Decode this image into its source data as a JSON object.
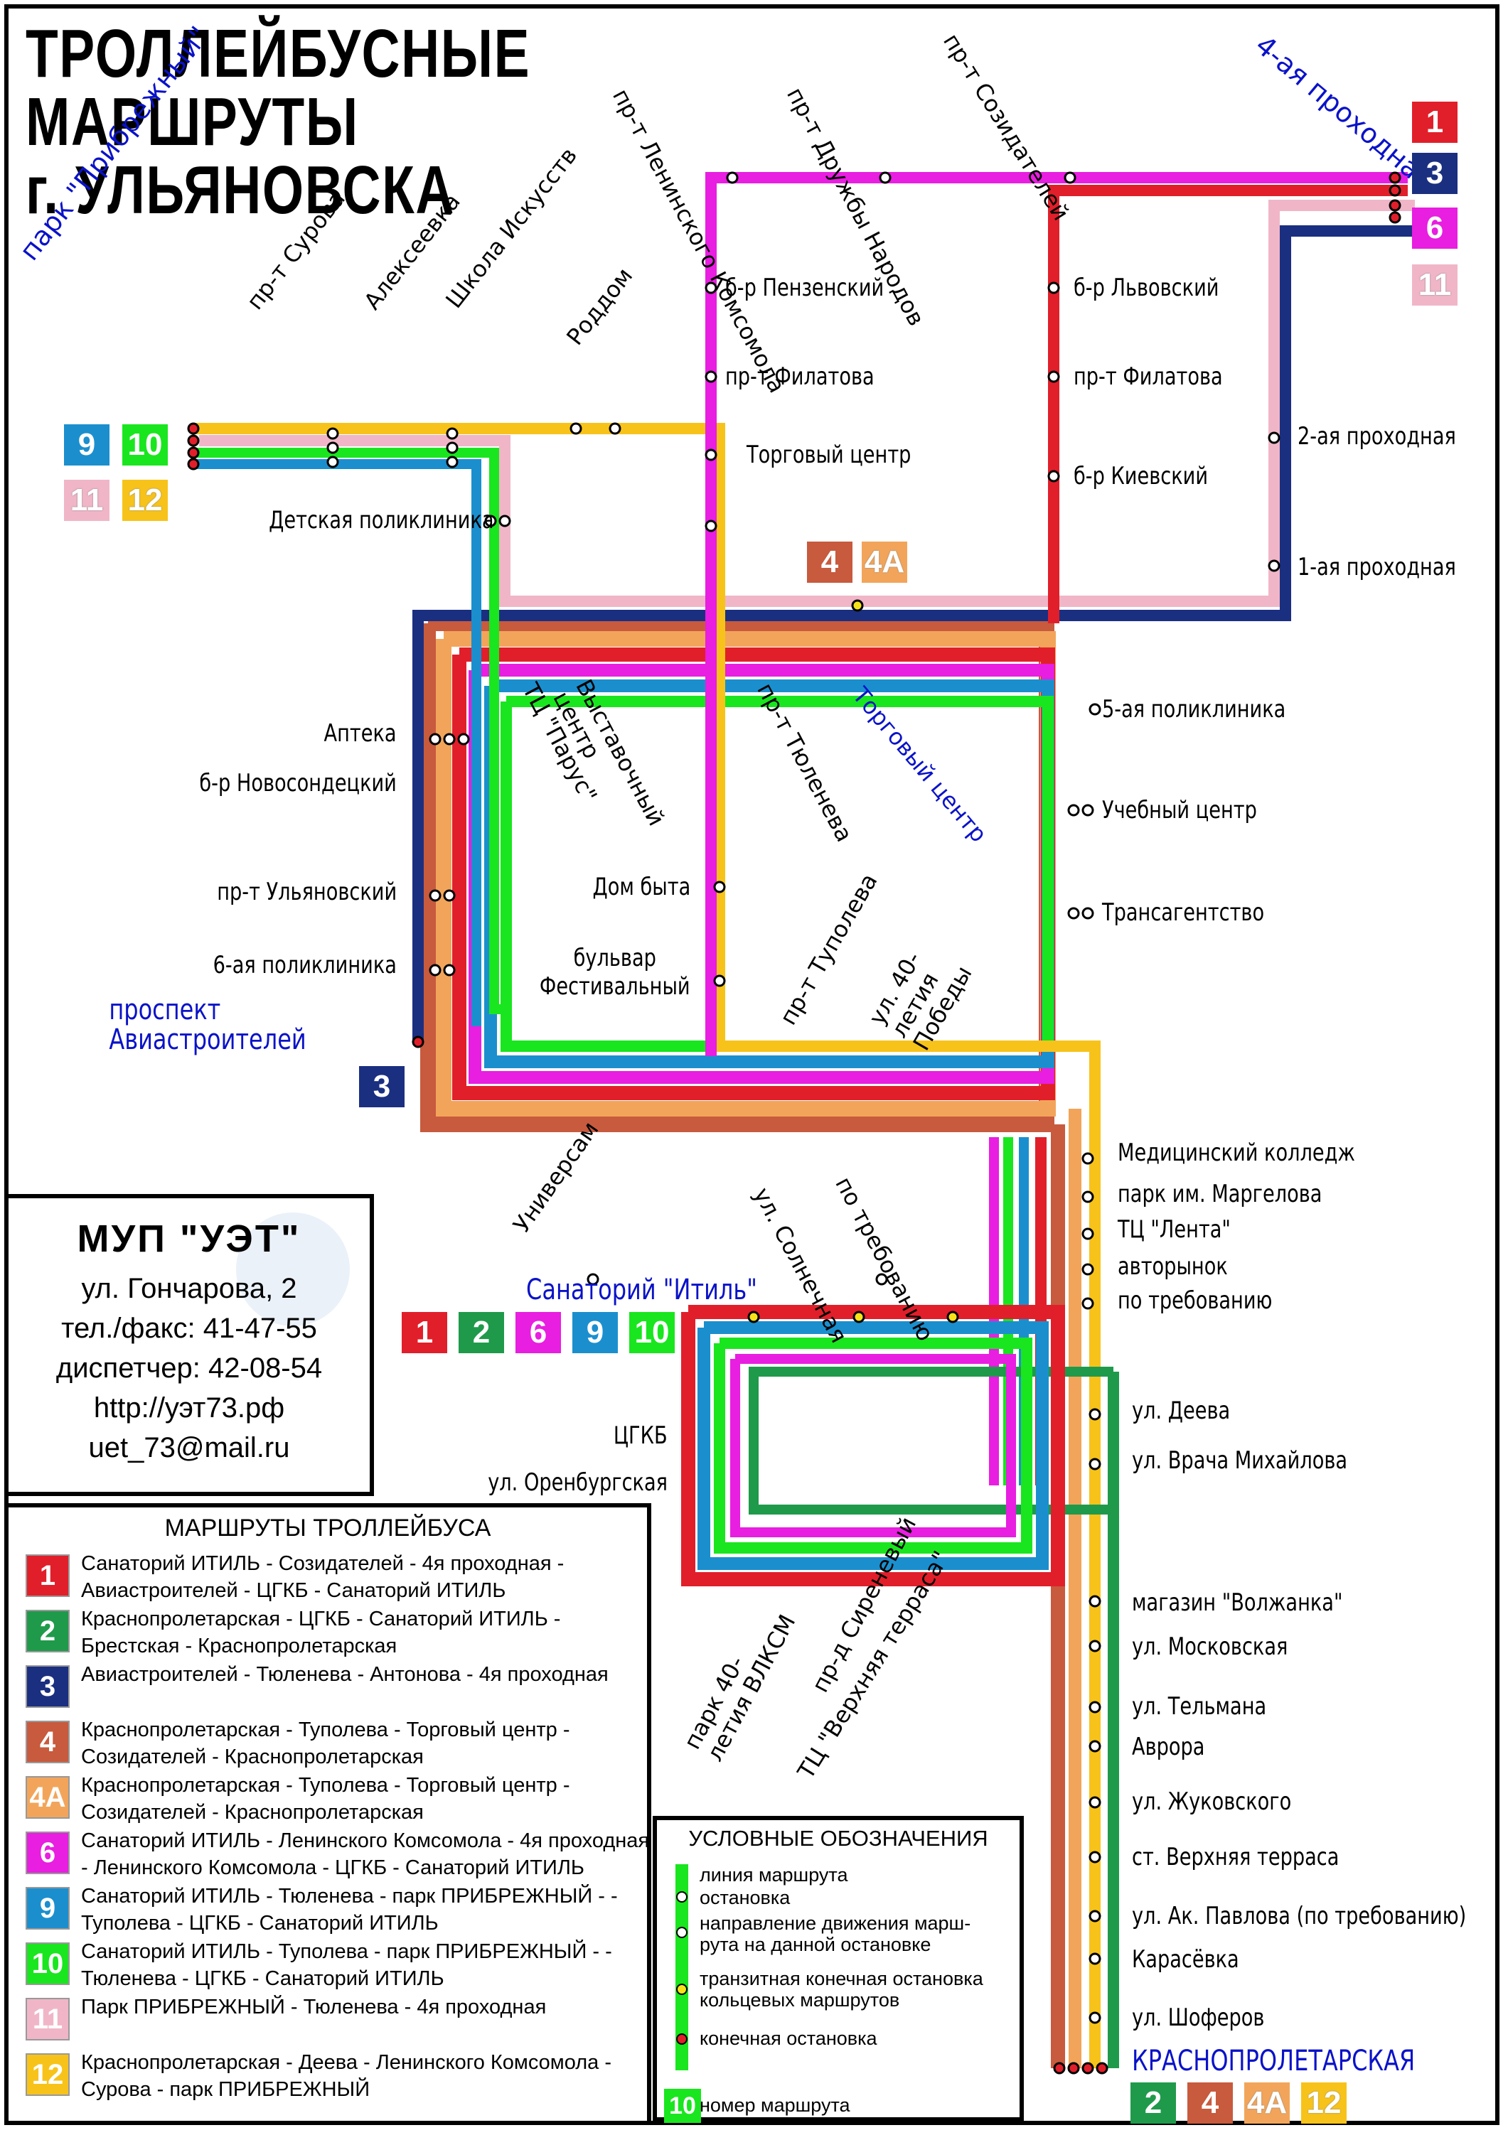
{
  "title": [
    "ТРОЛЛЕЙБУСНЫЕ",
    "МАРШРУТЫ",
    "г. УЛЬЯНОВСКА"
  ],
  "colors": {
    "r1": "#e11f2a",
    "r2": "#1f9a4b",
    "r3": "#1b2f80",
    "r4": "#c85a3e",
    "r4a": "#f2a55a",
    "r6": "#e81ee0",
    "r9": "#1b8fce",
    "r10": "#19e61e",
    "r11": "#f0b6c8",
    "r12": "#f7c31a"
  },
  "terminals": {
    "pribrezhny": "парк \"Прибрежный\"",
    "proxodnaya4": "4-ая проходная",
    "aviastroiteley": [
      "проспект",
      "Авиастроителей"
    ],
    "itil": "Санаторий \"Итиль\"",
    "krasnoproletarskaya": "КРАСНОПРОЛЕТАРСКАЯ",
    "torg_center": "Торговый центр"
  },
  "terminal_badges": {
    "pribrezhny_row1": [
      "9",
      "10"
    ],
    "pribrezhny_row2": [
      "11",
      "12"
    ],
    "proxodnaya4": [
      "1",
      "3",
      "6",
      "11"
    ],
    "aviastroiteley": [
      "3"
    ],
    "itil": [
      "1",
      "2",
      "6",
      "9",
      "10"
    ],
    "torg_center": [
      "4",
      "4А"
    ],
    "krasnoproletarskaya": [
      "2",
      "4",
      "4А",
      "12"
    ]
  },
  "stops": {
    "top_rot": [
      "пр-т Ленинского Комсомола",
      "пр-т Дружбы Народов",
      "пр-т Созидателей"
    ],
    "left_rot": [
      "пр-т Сурова",
      "Алексеевка",
      "Школа Искусств",
      "Роддом"
    ],
    "penzensky": "б-р Пензенский",
    "filatova1": "пр-т Филатова",
    "torgovy": "Торговый центр",
    "lvovsky": "б-р Львовский",
    "filatova2": "пр-т Филатова",
    "kievsky": "б-р Киевский",
    "proxod2": "2-ая проходная",
    "proxod1": "1-ая проходная",
    "detskaya": "Детская поликлиника",
    "apteka": "Аптека",
    "novosondetsky": "б-р Новосондецкий",
    "ulyanovsky": "пр-т Ульяновский",
    "polik6": "6-ая поликлиника",
    "polik5": "5-ая поликлиника",
    "uchebny": "Учебный центр",
    "transagent": "Трансагентство",
    "parus": "ТЦ \"Парус\"",
    "vystav": "Выставочный центр",
    "tyuleneva": "пр-т Тюленева",
    "dom_byta": "Дом быта",
    "festivalny": [
      "бульвар",
      "Фестивальный"
    ],
    "tupoleva": "пр-т Туполева",
    "pobedy": "ул. 40-летия Победы",
    "universam": "Универсам",
    "solnechnaya": "ул. Солнечная",
    "po_treb1": "по требованию",
    "med": "Медицинский колледж",
    "margelova": "парк им. Маргелова",
    "lenta": "ТЦ \"Лента\"",
    "avtorynok": "авторынок",
    "po_treb2": "по требованию",
    "tsgkb": "ЦГКБ",
    "orenburg": "ул. Оренбургская",
    "deeva": "ул. Деева",
    "mikhailova": "ул. Врача Михайлова",
    "vlksm": "парк 40-летия ВЛКСМ",
    "sirenevy": "пр-д Сиреневый",
    "verkh_terrasa": "ТЦ \"Верхняя терраса\"",
    "volzhanka": "магазин \"Волжанка\"",
    "moskovskaya": "ул. Московская",
    "telmana": "ул. Тельмана",
    "avrora": "Аврора",
    "zhukovskogo": "ул. Жуковского",
    "st_verkh": "ст. Верхняя терраса",
    "pavlova": "ул. Ак. Павлова (по требованию)",
    "karasevka": "Карасёвка",
    "shoferov": "ул. Шоферов"
  },
  "company": {
    "name": "МУП \"УЭТ\"",
    "address": "ул. Гончарова, 2",
    "phone": "тел./факс: 41-47-55",
    "dispatcher": "диспетчер: 42-08-54",
    "site": "http://уэт73.рф",
    "email": "uet_73@mail.ru"
  },
  "routes": {
    "heading": "МАРШРУТЫ ТРОЛЛЕЙБУСА",
    "items": [
      {
        "num": "1",
        "text": "Санаторий ИТИЛЬ - Созидателей - 4я проходная - Авиастроителей - ЦГКБ - Санаторий ИТИЛЬ",
        "color": "#e11f2a"
      },
      {
        "num": "2",
        "text": "Краснопролетарская - ЦГКБ - Санаторий ИТИЛЬ - Брестская - Краснопролетарская",
        "color": "#1f9a4b"
      },
      {
        "num": "3",
        "text": "Авиастроителей - Тюленева - Антонова - 4я проходная",
        "color": "#1b2f80"
      },
      {
        "num": "4",
        "text": "Краснопролетарская - Туполева - Торговый центр - Созидателей - Краснопролетарская",
        "color": "#c85a3e"
      },
      {
        "num": "4А",
        "text": "Краснопролетарская - Туполева - Торговый центр - Созидателей - Краснопролетарская",
        "color": "#f2a55a"
      },
      {
        "num": "6",
        "text": "Санаторий ИТИЛЬ - Ленинского Комсомола - 4я проходная - Ленинского Комсомола - ЦГКБ - Санаторий ИТИЛЬ",
        "color": "#e81ee0"
      },
      {
        "num": "9",
        "text": "Санаторий ИТИЛЬ - Тюленева - парк ПРИБРЕЖНЫЙ - - Туполева - ЦГКБ - Санаторий ИТИЛЬ",
        "color": "#1b8fce"
      },
      {
        "num": "10",
        "text": "Санаторий ИТИЛЬ - Туполева - парк ПРИБРЕЖНЫЙ - - Тюленева - ЦГКБ - Санаторий ИТИЛЬ",
        "color": "#19e61e"
      },
      {
        "num": "11",
        "text": "Парк ПРИБРЕЖНЫЙ - Тюленева - 4я проходная",
        "color": "#f0b6c8"
      },
      {
        "num": "12",
        "text": "Краснопролетарская - Деева - Ленинского Комсомола - Сурова - парк ПРИБРЕЖНЫЙ",
        "color": "#f7c31a"
      }
    ]
  },
  "legend": {
    "heading": "УСЛОВНЫЕ ОБОЗНАЧЕНИЯ",
    "line": "линия маршрута",
    "stop": "остановка",
    "direction": [
      "направление движения марш-",
      "рута на данной остановке"
    ],
    "transit": [
      "транзитная конечная остановка",
      "кольцевых маршрутов"
    ],
    "terminal": "конечная остановка",
    "badge_num": "10",
    "badge_text": "номер маршрута"
  }
}
